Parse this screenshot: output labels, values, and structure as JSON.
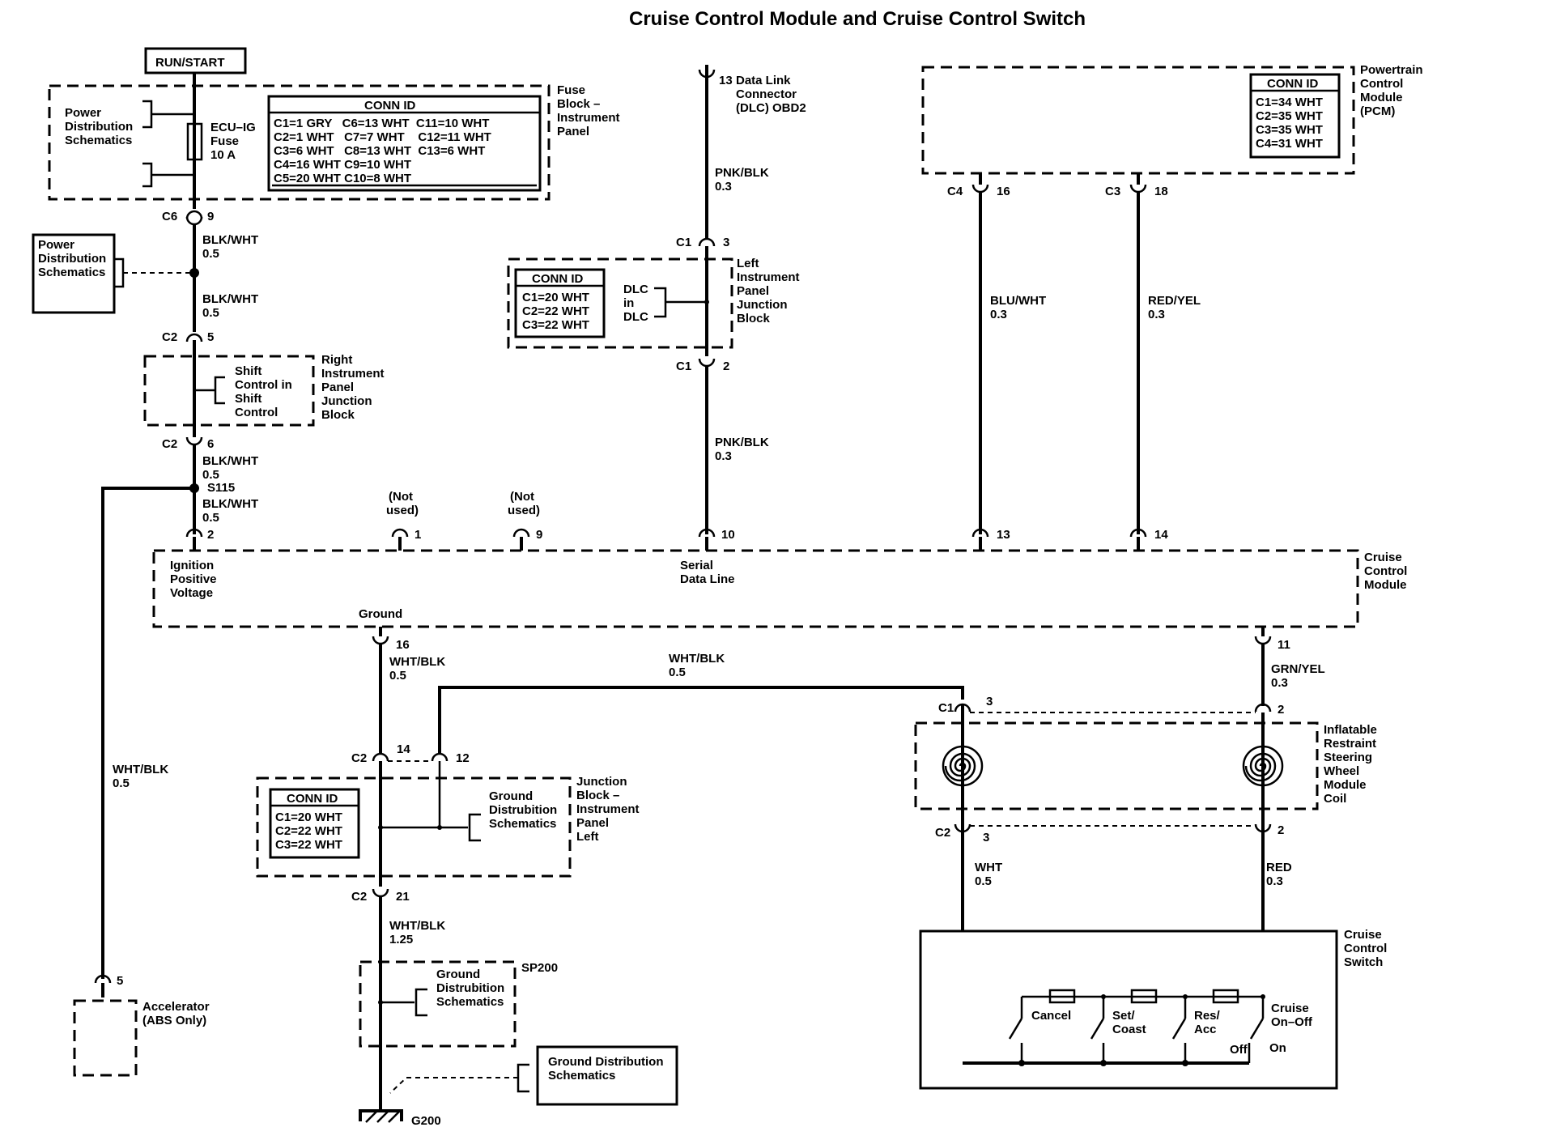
{
  "title": "Cruise Control Module and Cruise Control Switch",
  "power": {
    "run_start": "RUN/START",
    "pds_1_lines": [
      "Power",
      "Distribution",
      "Schematics"
    ],
    "fuse_label_lines": [
      "ECU–IG",
      "Fuse",
      "10 A"
    ],
    "fuse_block_lines": [
      "Fuse",
      "Block –",
      "Instrument",
      "Panel"
    ],
    "fuse_conn": {
      "header": "CONN ID",
      "rows": [
        "C1=1 GRY   C6=13 WHT  C11=10 WHT",
        "C2=1 WHT   C7=7 WHT    C12=11 WHT",
        "C3=6 WHT   C8=13 WHT  C13=6 WHT",
        "C4=16 WHT C9=10 WHT",
        "C5=20 WHT C10=8 WHT"
      ]
    },
    "c6_conn": "C6",
    "c6_pin": "9",
    "wire_a": "BLK/WHT",
    "wire_a_size": "0.5",
    "pds_2_lines": [
      "Power",
      "Distribution",
      "Schematics"
    ],
    "wire_b": "BLK/WHT",
    "wire_b_size": "0.5",
    "c2_a_conn": "C2",
    "c2_a_pin": "5",
    "shift_lines": [
      "Shift",
      "Control in",
      "Shift",
      "Control"
    ],
    "rip_block_lines": [
      "Right",
      "Instrument",
      "Panel",
      "Junction",
      "Block"
    ],
    "c2_b_conn": "C2",
    "c2_b_pin": "6",
    "wire_c": "BLK/WHT",
    "wire_c_size": "0.5",
    "splice": "S115",
    "wire_d": "BLK/WHT",
    "wire_d_size": "0.5",
    "pin_2": "2",
    "nu1_lines": [
      "(Not",
      "used)"
    ],
    "pin_1": "1",
    "nu2_lines": [
      "(Not",
      "used)"
    ],
    "pin_9": "9"
  },
  "dlc": {
    "pin13": "13",
    "lines": [
      "Data Link",
      "Connector",
      "(DLC) OBD2"
    ],
    "wire_a": "PNK/BLK",
    "wire_a_size": "0.3",
    "c1_a_conn": "C1",
    "c1_a_pin": "3",
    "conn": {
      "header": "CONN ID",
      "rows": [
        "C1=20 WHT",
        "C2=22 WHT",
        "C3=22 WHT"
      ]
    },
    "dlc_in_lines": [
      "DLC",
      "in",
      "DLC"
    ],
    "lip_block_lines": [
      "Left",
      "Instrument",
      "Panel",
      "Junction",
      "Block"
    ],
    "c1_b_conn": "C1",
    "c1_b_pin": "2",
    "wire_b": "PNK/BLK",
    "wire_b_size": "0.3",
    "pin_10": "10"
  },
  "pcm": {
    "label_lines": [
      "Powertrain",
      "Control",
      "Module",
      "(PCM)"
    ],
    "conn": {
      "header": "CONN ID",
      "rows": [
        "C1=34 WHT",
        "C2=35 WHT",
        "C3=35 WHT",
        "C4=31 WHT"
      ]
    },
    "c4_conn": "C4",
    "c4_pin": "16",
    "c3_conn": "C3",
    "c3_pin": "18",
    "wire_blu": "BLU/WHT",
    "wire_blu_size": "0.3",
    "wire_red": "RED/YEL",
    "wire_red_size": "0.3",
    "pin_13": "13",
    "pin_14": "14"
  },
  "ccm": {
    "label_lines": [
      "Cruise",
      "Control",
      "Module"
    ],
    "ign_lines": [
      "Ignition",
      "Positive",
      "Voltage"
    ],
    "serial_lines": [
      "Serial",
      "Data Line"
    ],
    "ground": "Ground",
    "pin_16": "16",
    "pin_11": "11"
  },
  "ground": {
    "wire_a": "WHT/BLK",
    "wire_a_size": "0.5",
    "wire_top": "WHT/BLK",
    "wire_top_size": "0.5",
    "c2_conn": "C2",
    "c2_pin14": "14",
    "c2_pin12": "12",
    "conn": {
      "header": "CONN ID",
      "rows": [
        "C1=20 WHT",
        "C2=22 WHT",
        "C3=22 WHT"
      ]
    },
    "gds_1_lines": [
      "Ground",
      "Distrubition",
      "Schematics"
    ],
    "jb_left_lines": [
      "Junction",
      "Block –",
      "Instrument",
      "Panel",
      "Left"
    ],
    "c2_b_conn": "C2",
    "c2_b_pin": "21",
    "wire_b": "WHT/BLK",
    "wire_b_size": "1.25",
    "sp200": "SP200",
    "gds_2_lines": [
      "Ground",
      "Distrubition",
      "Schematics"
    ],
    "gds_3_lines": [
      "Ground Distribution",
      "Schematics"
    ],
    "g200": "G200"
  },
  "accel": {
    "wire": "WHT/BLK",
    "wire_size": "0.5",
    "pin": "5",
    "label_lines": [
      "Accelerator",
      "(ABS Only)"
    ]
  },
  "coil": {
    "c1_conn": "C1",
    "c1_pin3": "3",
    "c1_pin2": "2",
    "wire_grn": "GRN/YEL",
    "wire_grn_size": "0.3",
    "label_lines": [
      "Inflatable",
      "Restraint",
      "Steering",
      "Wheel",
      "Module",
      "Coil"
    ],
    "c2_conn": "C2",
    "c2_pin3": "3",
    "c2_pin2": "2",
    "wire_wht": "WHT",
    "wire_wht_size": "0.5",
    "wire_red": "RED",
    "wire_red_size": "0.3"
  },
  "switch": {
    "label_lines": [
      "Cruise",
      "Control",
      "Switch"
    ],
    "cancel": "Cancel",
    "set_lines": [
      "Set/",
      "Coast"
    ],
    "res_lines": [
      "Res/",
      "Acc"
    ],
    "onoff_lines": [
      "Cruise",
      "On–Off"
    ],
    "off": "Off",
    "on": "On"
  }
}
